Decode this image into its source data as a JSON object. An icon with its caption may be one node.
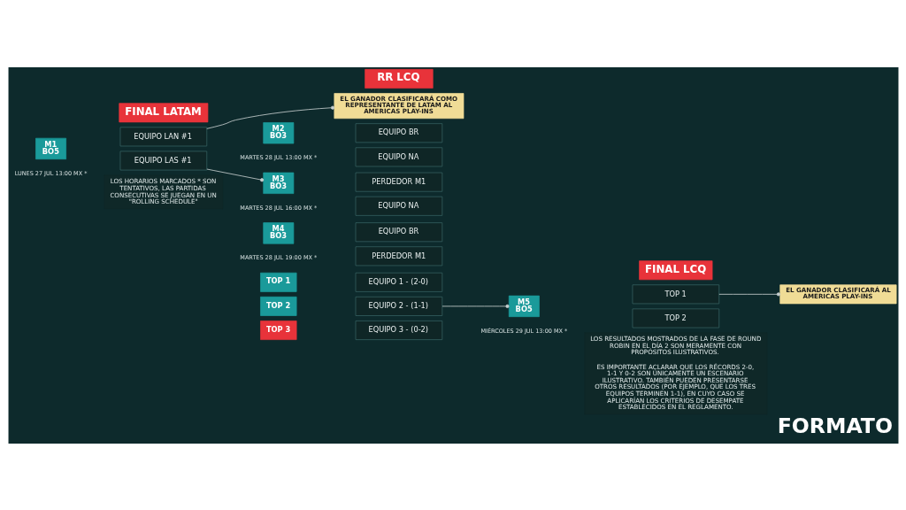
{
  "diagram": {
    "title": "FORMATO",
    "nodes": [
      {
        "text": [
          "FINAL LATAM"
        ]
      },
      {
        "text": [
          "RR LCQ"
        ]
      },
      {
        "text": [
          "FINAL LCQ"
        ]
      },
      {
        "text": [
          "EL GANADOR CLASIFICARÁ COMO REPRESENTANTE DE LATAM AL AMERICAS PLAY-INS"
        ]
      },
      {
        "text": [
          "M1 BO5"
        ],
        "beside": [
          "LUNES 27 JUL 13:00 MX *"
        ]
      },
      {
        "text": [
          "EQUIPO LAN #1"
        ]
      },
      {
        "text": [
          "EQUIPO LAS #1"
        ]
      },
      {
        "text": [
          "M2 BO3"
        ],
        "beside": [
          "MARTES 28 JUL 13:00 MX *"
        ]
      },
      {
        "text": [
          "EQUIPO BR"
        ]
      },
      {
        "text": [
          "EQUIPO NA"
        ]
      },
      {
        "text": [
          "M3 BO3"
        ],
        "beside": [
          "MARTES 28 JUL 16:00 MX *"
        ]
      },
      {
        "text": [
          "PERDEDOR M1"
        ]
      },
      {
        "text": [
          "EQUIPO NA"
        ]
      },
      {
        "text": [
          "M4 BO3"
        ],
        "beside": [
          "MARTES 28 JUL 19:00 MX *"
        ]
      },
      {
        "text": [
          "EQUIPO BR"
        ]
      },
      {
        "text": [
          "PERDEDOR M1"
        ]
      },
      {
        "text": [
          "TOP 1"
        ]
      },
      {
        "text": [
          "EQUIPO 1 - (2-0)"
        ]
      },
      {
        "text": [
          "TOP 2"
        ]
      },
      {
        "text": [
          "EQUIPO 2 - (1-1)"
        ]
      },
      {
        "text": [
          "TOP 3"
        ]
      },
      {
        "text": [
          "EQUIPO 3 - (0-2)"
        ]
      },
      {
        "text": [
          "M5 BO5"
        ],
        "beside": [
          "MIÉRCOLES 29 JUL 13:00 MX *"
        ]
      },
      {
        "text": [
          "TOP 1"
        ]
      },
      {
        "text": [
          "TOP 2"
        ]
      },
      {
        "text": [
          "EL GANADOR CLASIFICARÁ AL AMERICAS PLAY-INS"
        ]
      },
      {
        "text": [
          "LOS HORARIOS MARCADOS * SON TENTATIVOS, LAS PARTIDAS CONSECUTIVAS SE JUEGAN EN UN \"ROLLING SCHEDULE\""
        ]
      },
      {
        "text": [
          "LOS RESULTADOS MOSTRADOS DE LA FASE DE ROUND ROBIN EN EL DÍA 2 SON MERAMENTE CON PROPÓSITOS ILUSTRATIVOS.",
          "ES IMPORTANTE ACLARAR QUE LOS RÉCORDS 2-0, 1-1 Y 0-2 SON ÚNICAMENTE UN ESCENARIO ILUSTRATIVO. TAMBIÉN PUEDEN PRESENTARSE OTROS RESULTADOS (POR EJEMPLO, QUE LOS TRES EQUIPOS TERMINEN 1-1), EN CUYO CASO SE APLICARÍAN LOS CRITERIOS DE DESEMPATE ESTABLECIDOS EN EL REGLAMENTO."
        ]
      }
    ],
    "edges": [
      {
        "from": 5,
        "to": 3,
        "arrow": "other"
      },
      {
        "from": 6,
        "to": 10,
        "arrow": "other"
      },
      {
        "from": 19,
        "to": 22,
        "arrow": "other"
      },
      {
        "from": 23,
        "to": 25,
        "arrow": "other"
      }
    ]
  }
}
